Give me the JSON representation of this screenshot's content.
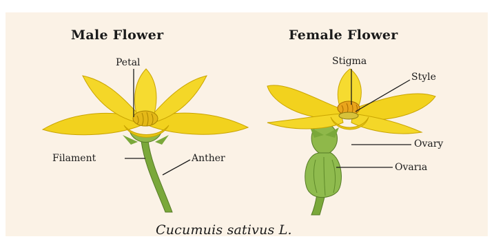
{
  "titles": {
    "male": "Male Flower",
    "female": "Female Flower"
  },
  "labels": {
    "petal": "Petal",
    "filament": "Filament",
    "anther": "Anther",
    "stigma": "Stigma",
    "style": "Style",
    "ovary": "Ovary",
    "ovaria": "Ovarıa"
  },
  "caption": "Cucumuis sativus L.",
  "colors": {
    "background": "#fbf2e6",
    "petal": "#f2d21e",
    "petal_outline": "#c9a400",
    "stem": "#7aa83a",
    "leader_lines": "#1a1a1a"
  }
}
